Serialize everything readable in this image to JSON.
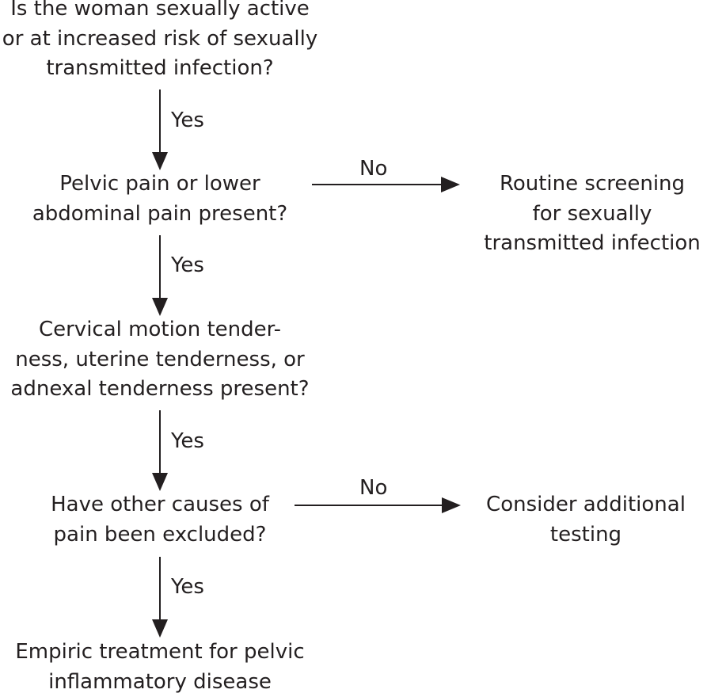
{
  "nodes": {
    "q1": {
      "lines": [
        "Is the woman sexually active",
        "or at increased risk of sexually",
        "transmitted infection?"
      ]
    },
    "q2": {
      "lines": [
        "Pelvic pain or lower",
        "abdominal pain present?"
      ]
    },
    "r1": {
      "lines": [
        "Routine screening",
        "for sexually",
        "transmitted infection"
      ]
    },
    "q3": {
      "lines": [
        "Cervical motion tender-",
        "ness, uterine tenderness, or",
        "adnexal tenderness present?"
      ]
    },
    "q4": {
      "lines": [
        "Have other causes of",
        "pain been excluded?"
      ]
    },
    "r2": {
      "lines": [
        "Consider additional",
        "testing"
      ]
    },
    "end": {
      "lines": [
        "Empiric treatment for pelvic",
        "inflammatory disease"
      ]
    }
  },
  "edges": {
    "q1_q2": "Yes",
    "q2_r1": "No",
    "q2_q3": "Yes",
    "q3_q4": "Yes",
    "q4_r2": "No",
    "q4_end": "Yes"
  },
  "colors": {
    "text": "#231f20",
    "arrow": "#231f20"
  }
}
